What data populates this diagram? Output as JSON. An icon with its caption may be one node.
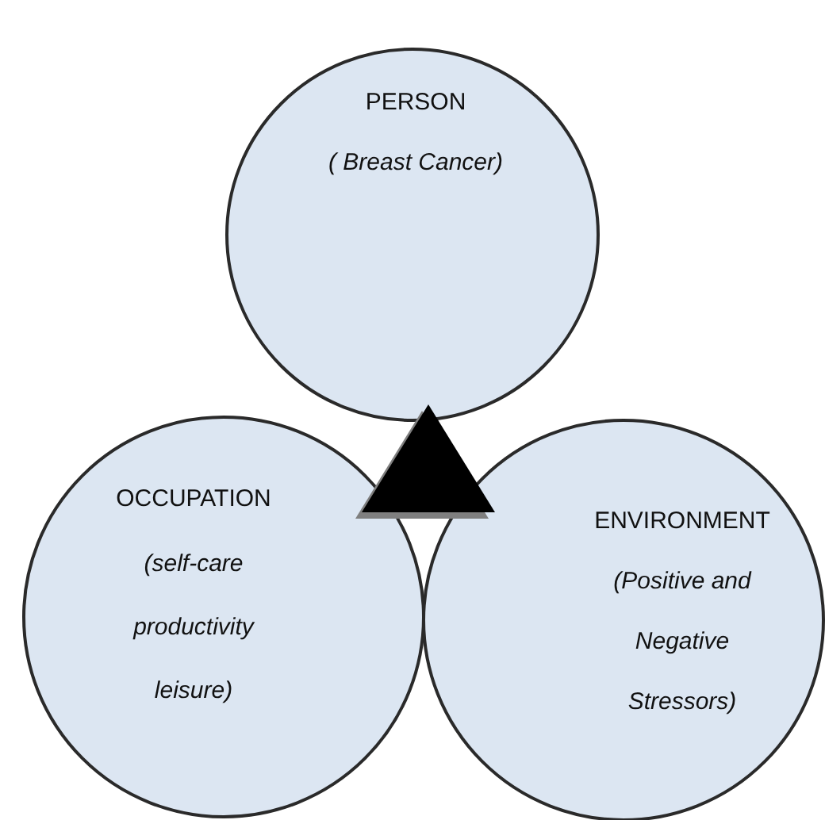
{
  "diagram": {
    "nodes": [
      {
        "text": [
          "PERSON",
          "( Breast Cancer)"
        ]
      },
      {
        "text": [
          "OCCUPATION",
          "(self-care productivity leisure)"
        ]
      },
      {
        "text": [
          "ENVIRONMENT",
          "(Positive and Negative Stressors)"
        ]
      }
    ]
  }
}
